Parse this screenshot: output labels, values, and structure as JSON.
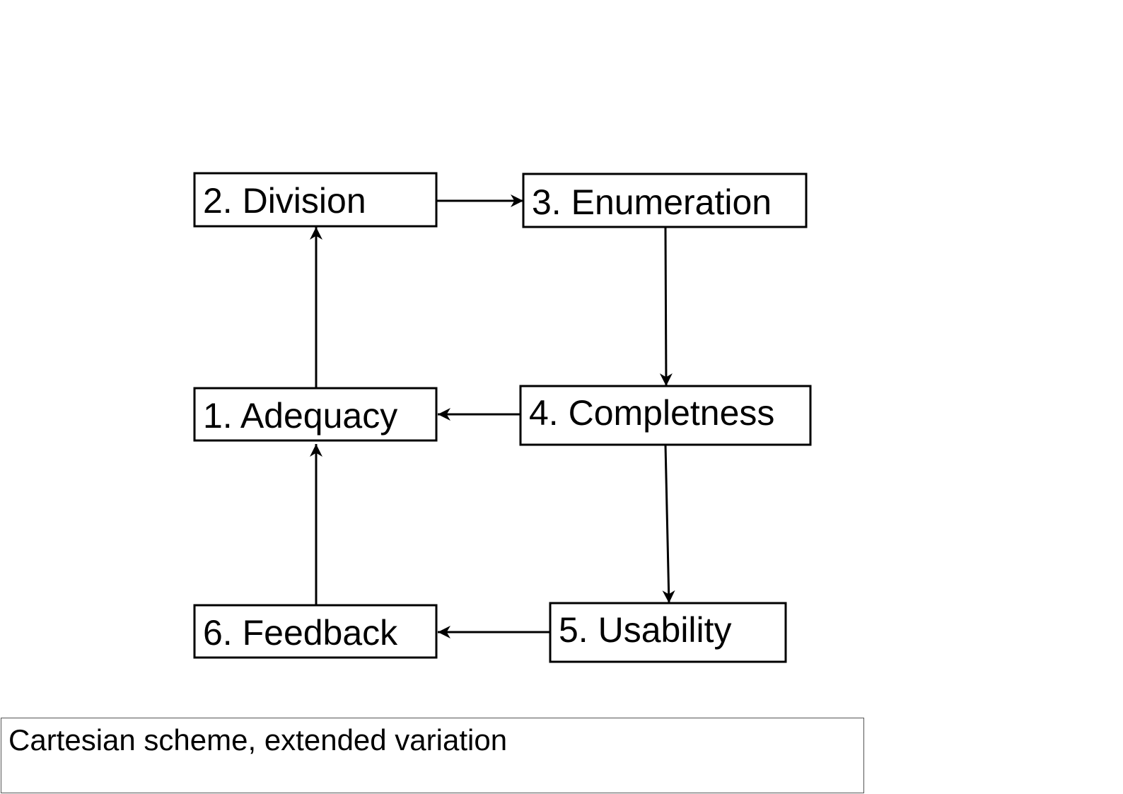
{
  "diagram": {
    "nodes": [
      {
        "id": "division",
        "label": "2. Division"
      },
      {
        "id": "enumeration",
        "label": "3. Enumeration"
      },
      {
        "id": "adequacy",
        "label": "1. Adequacy"
      },
      {
        "id": "completness",
        "label": "4. Completness"
      },
      {
        "id": "feedback",
        "label": "6. Feedback"
      },
      {
        "id": "usability",
        "label": "5. Usability"
      }
    ],
    "edges": [
      {
        "from": "division",
        "to": "enumeration"
      },
      {
        "from": "enumeration",
        "to": "completness"
      },
      {
        "from": "completness",
        "to": "adequacy"
      },
      {
        "from": "adequacy",
        "to": "division"
      },
      {
        "from": "completness",
        "to": "usability"
      },
      {
        "from": "usability",
        "to": "feedback"
      },
      {
        "from": "feedback",
        "to": "adequacy"
      }
    ]
  },
  "caption": {
    "text": "Cartesian scheme, extended variation"
  }
}
